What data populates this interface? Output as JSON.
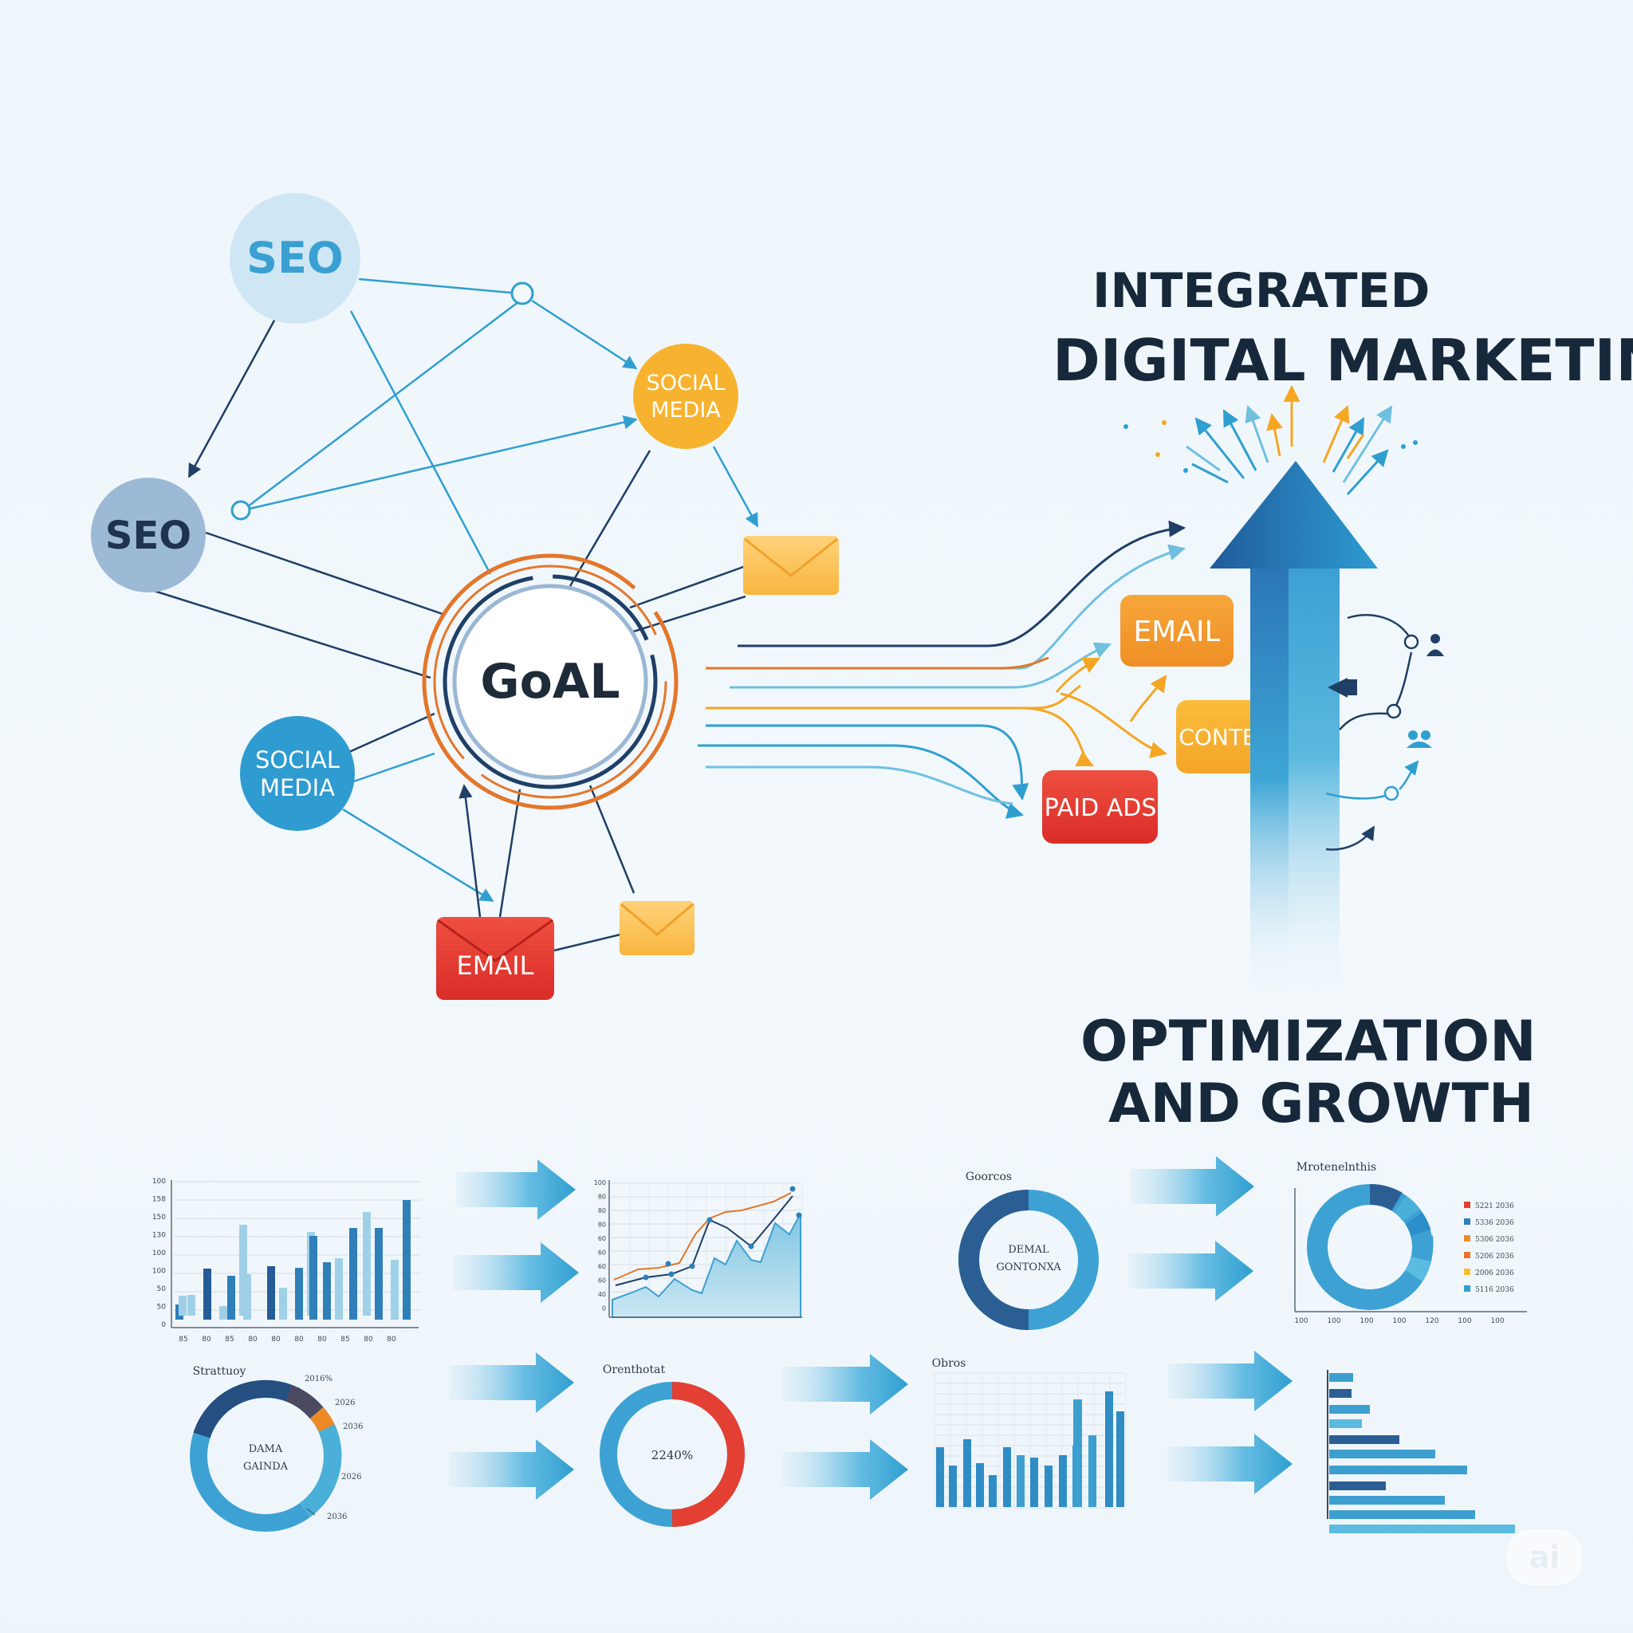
{
  "title": {
    "line1": "INTEGRATED",
    "line2": "DIGITAL MARKETING"
  },
  "subtitle": {
    "line1": "OPTIMIZATION",
    "line2": "AND GROWTH"
  },
  "network": {
    "goal": "GoAL",
    "seo_top": "SEO",
    "seo_left": "SEO",
    "social_top": [
      "SOCIAL",
      "MEDIA"
    ],
    "social_left": [
      "SOCIAL",
      "MEDIA"
    ],
    "email_card": "EMAIL"
  },
  "channels": {
    "email": "EMAIL",
    "content": "CONTENT",
    "paid_ads": "PAID ADS"
  },
  "mini_charts": {
    "bar_ticks_y": [
      "100",
      "158",
      "150",
      "130",
      "100",
      "100",
      "50",
      "50",
      "0"
    ],
    "bar_ticks_x": [
      "85",
      "80",
      "85",
      "80",
      "80",
      "80",
      "80",
      "85",
      "80",
      "80"
    ],
    "line_ticks_y": [
      "100",
      "80",
      "80",
      "80",
      "60",
      "60",
      "60",
      "60",
      "40",
      "0"
    ],
    "donut1_title": "Goorcos",
    "donut1_center": [
      "DEMAL",
      "GONTONXA"
    ],
    "donut2_title": "Mrotenelnthis",
    "donut2_legend": [
      "5221 2036",
      "5336 2036",
      "5306 2036",
      "5206 2036",
      "2006 2036",
      "5116 2036"
    ],
    "donut2_ticks_x": [
      "100",
      "100",
      "100",
      "100",
      "120",
      "100",
      "100"
    ],
    "donut3_title": "Strattuoy",
    "donut3_center": [
      "DAMA",
      "GAINDA"
    ],
    "donut3_labels": [
      "2016%",
      "2026",
      "2036",
      "2026",
      "2036"
    ],
    "donut4_title": "Orenthotat",
    "donut4_center": "2240%",
    "bar2_title": "Obros"
  },
  "watermark": "ai",
  "colors": {
    "navy": "#1f3f66",
    "blue": "#2f9fd0",
    "orange": "#f5a623",
    "red": "#e53935",
    "dark_orange": "#e4762a"
  }
}
